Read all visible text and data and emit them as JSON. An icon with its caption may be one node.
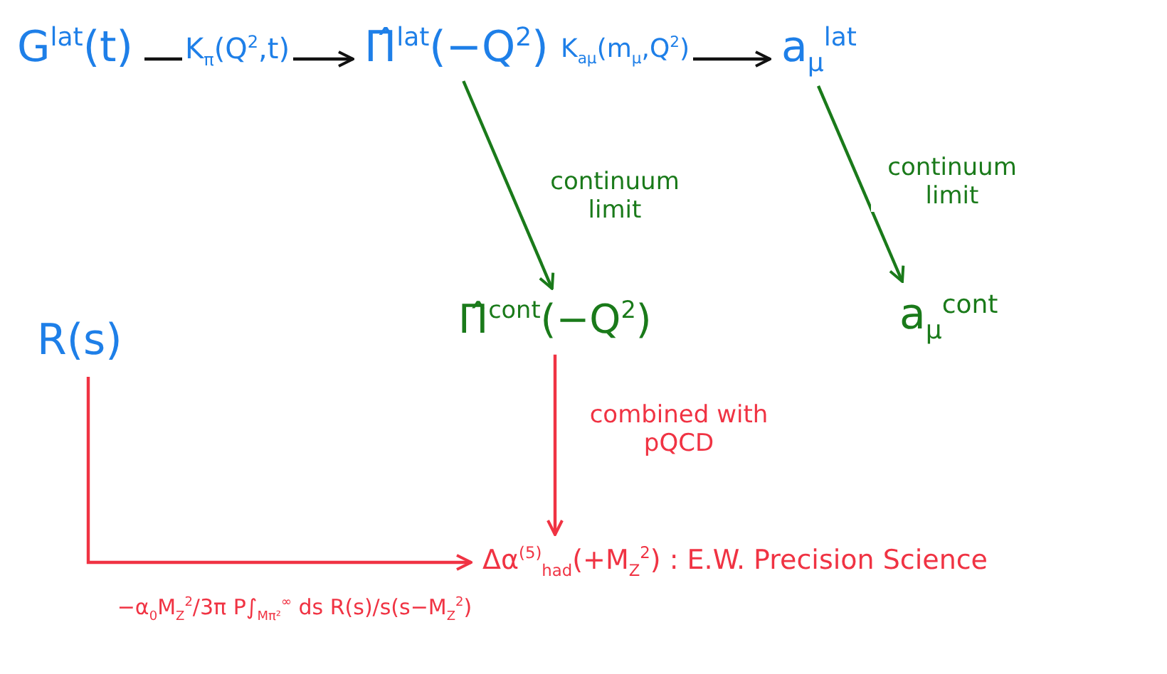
{
  "diagram": {
    "nodes": [
      {
        "text": [
          "G$^{lat}$(t)"
        ]
      },
      {
        "text": [
          "Π̂$^{lat}$(−Q$^{2}$)"
        ]
      },
      {
        "text": [
          "a$_{μ}$$^{lat}$"
        ]
      },
      {
        "text": [
          "R(s)"
        ]
      },
      {
        "text": [
          "Π̂$^{cont}$(−Q$^{2}$)"
        ]
      },
      {
        "text": [
          "a$_{μ}$$^{cont}$"
        ]
      },
      {
        "text": [
          "Δα$^{(5)}$$_{had}$(+M$_{Z}$$^{2}$) : E.W. Precision Science"
        ]
      }
    ],
    "edges": [
      {
        "from": 0,
        "to": 1,
        "arrow": "to",
        "label": "K$_{π}$(Q$^{2}$,t)",
        "color": "#111111"
      },
      {
        "from": 1,
        "to": 2,
        "arrow": "to",
        "label": "K$_{aμ}$(m$_{μ}$,Q$^{2}$)",
        "color": "#111111"
      },
      {
        "from": 1,
        "to": 4,
        "arrow": "to",
        "label": "continuum limit",
        "color": "#1a7a1a"
      },
      {
        "from": 2,
        "to": 5,
        "arrow": "to",
        "label": "continuum limit",
        "color": "#1a7a1a"
      },
      {
        "from": 4,
        "to": 6,
        "arrow": "to",
        "label": "combined with pQCD",
        "color": "#f03343"
      },
      {
        "from": 3,
        "to": 6,
        "arrow": "to",
        "label": "−α$_{0}$M$_{Z}$$^{2}$/3π P∫$_{Mπ²}$$^{∞}$ ds R(s)/s(s−M$_{Z}$$^{2}$)",
        "color": "#f03343"
      }
    ]
  }
}
